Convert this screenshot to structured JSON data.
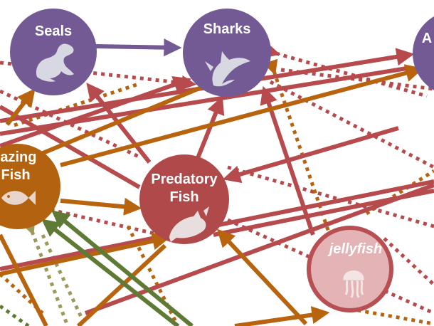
{
  "diagram": {
    "colors": {
      "top_predator": "#735a95",
      "predatory_fish": "#b04a4a",
      "grazing_fish": "#b3620f",
      "jellyfish_fill": "#e3b3b5",
      "jellyfish_stroke": "#b84f53",
      "arrow_red": "#b64a4c",
      "arrow_orange": "#b8640f",
      "arrow_green": "#5e7a34",
      "arrow_olive": "#9c9a5b",
      "arrow_purple": "#735a95",
      "icon_light": "#d8d8e2"
    },
    "nodes": {
      "seals": {
        "label": "Seals",
        "icon": "seal-icon"
      },
      "sharks": {
        "label": "Sharks",
        "icon": "shark-icon"
      },
      "partial_right": {
        "label": "A",
        "icon": ""
      },
      "grazing_fish": {
        "label_line1": "razing",
        "label_line2": "Fish",
        "icon": "fish-icon"
      },
      "predatory_fish": {
        "label_line1": "Predatory",
        "label_line2": "Fish",
        "icon": "predatory-fish-icon"
      },
      "jellyfish": {
        "label": "jellyfish",
        "icon": "jellyfish-icon"
      }
    }
  }
}
